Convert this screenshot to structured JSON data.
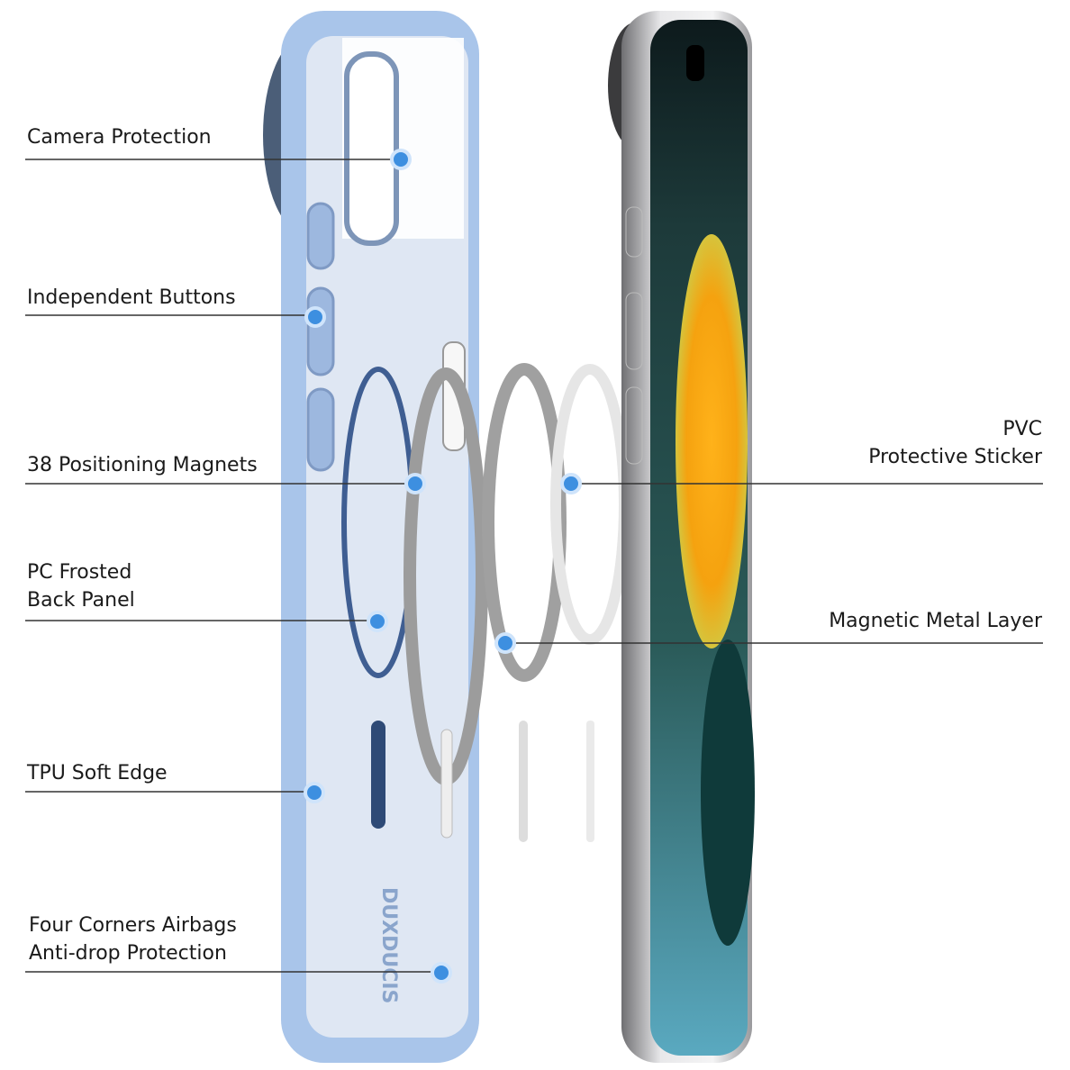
{
  "brand_logo_text": "DUXDUCIS",
  "colors": {
    "case_blue": "#a9c5ea",
    "case_inner": "#dfe7f3",
    "callout_dot": "#3d8fe0",
    "callout_line": "#333333"
  },
  "left_callouts": [
    {
      "lines": [
        "Camera Protection"
      ]
    },
    {
      "lines": [
        "Independent Buttons"
      ]
    },
    {
      "lines": [
        "38 Positioning Magnets"
      ]
    },
    {
      "lines": [
        "PC Frosted",
        "Back Panel"
      ]
    },
    {
      "lines": [
        "TPU Soft Edge"
      ]
    },
    {
      "lines": [
        "Four Corners Airbags",
        "Anti-drop Protection"
      ]
    }
  ],
  "right_callouts": [
    {
      "lines": [
        "PVC",
        "Protective Sticker"
      ]
    },
    {
      "lines": [
        "Magnetic Metal Layer"
      ]
    }
  ]
}
